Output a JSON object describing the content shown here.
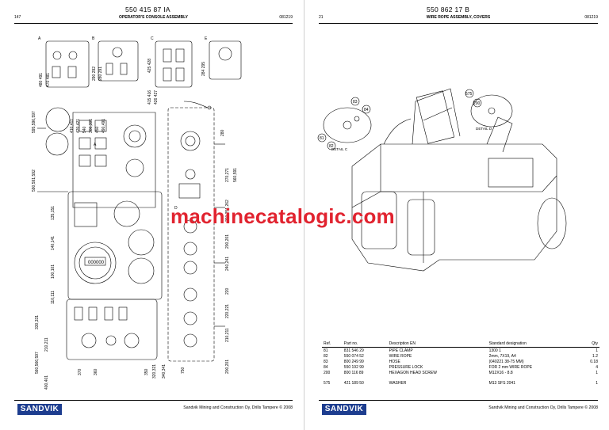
{
  "left": {
    "doc_number": "550 415 87 IA",
    "page_number": "147",
    "title": "OPERATOR'S CONSOLE ASSEMBLY",
    "date": "081219",
    "footer": "Sandvik Mining and Construction Oy, Drills Tampere © 2008",
    "callouts": [
      "A",
      "B",
      "C",
      "D",
      "E"
    ],
    "refs_top": [
      "480 491",
      "470 481",
      "290 292",
      "280 291",
      "425 428",
      "415 416",
      "426 427",
      "284 295"
    ],
    "refs_left": [
      "595,596,597",
      "590,591,592",
      "410,411",
      "420,421",
      "540",
      "300,301",
      "450",
      "490,491",
      "135,151",
      "140,141",
      "100,101",
      "110,111",
      "330,331",
      "210,211",
      "560,566,597",
      "400,401"
    ],
    "refs_right": [
      "280",
      "270,271",
      "560,591",
      "250,251,262",
      "200,201",
      "240,241",
      "220",
      "220,221",
      "210,211",
      "200,201"
    ],
    "refs_bottom": [
      "370",
      "360",
      "350",
      "320,321",
      "340,341",
      "750"
    ],
    "gauge_readout": "000000"
  },
  "right": {
    "doc_number": "550 862 17 B",
    "page_number": "21",
    "title": "WIRE ROPE ASSEMBLY, COVERS",
    "date": "081219",
    "footer": "Sandvik Mining and Construction Oy, Drills Tampere © 2008",
    "detail_labels": [
      "DETAIL C",
      "DETAIL D"
    ],
    "callouts": [
      "81",
      "82",
      "83",
      "84",
      "575",
      "200"
    ],
    "table": {
      "headers": {
        "ref": "Ref.",
        "part": "Part no.",
        "desc": "Description EN",
        "std": "Standard designation",
        "qty": "Qty"
      },
      "rows": [
        {
          "ref": "81",
          "part": "831 546 29",
          "desc": "PIPE CLAMP",
          "std": "1300 1",
          "qty": "1"
        },
        {
          "ref": "82",
          "part": "550 074 52",
          "desc": "WIRE ROPE",
          "std": "2mm, 7X19, A4",
          "qty": "1.2"
        },
        {
          "ref": "83",
          "part": "800 249 99",
          "desc": "HOSE",
          "std": "(040221 38-75 MM)",
          "qty": "0.18"
        },
        {
          "ref": "84",
          "part": "550 192 99",
          "desc": "PRESSURE LOCK",
          "std": "FOR 2 mm WIRE ROPE",
          "qty": "4"
        },
        {
          "ref": "200",
          "part": "800 116 89",
          "desc": "HEXAGON HEAD SCREW",
          "std": "M12X16 - 8.8",
          "qty": "1"
        },
        {
          "ref": "575",
          "part": "421 189 50",
          "desc": "WASHER",
          "std": "M13 SFS 2041",
          "qty": "1"
        }
      ]
    }
  },
  "brand": "SANDVIK",
  "watermark": "machinecatalogic.com",
  "colors": {
    "logo_blue": "#1d3d8f",
    "watermark_red": "#e1232f"
  }
}
